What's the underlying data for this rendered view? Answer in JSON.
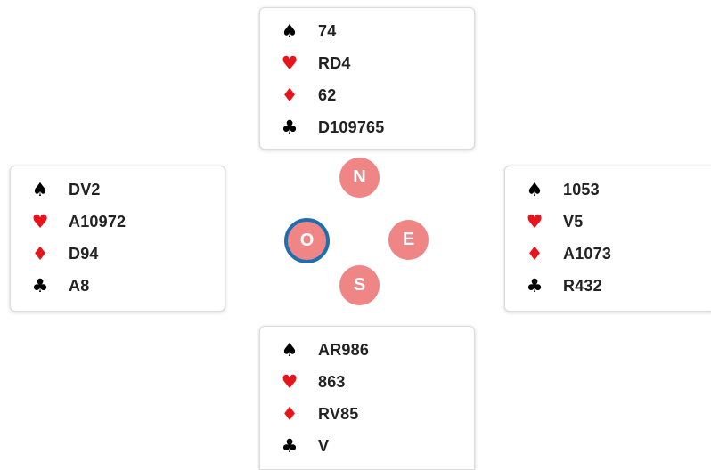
{
  "colors": {
    "black_suit": "#000000",
    "red_suit": "#e8141c",
    "compass_button": "#f08585",
    "selected_ring": "#1f6fb0"
  },
  "suit_icons": {
    "spades": "♠",
    "hearts": "♥",
    "diamonds": "♦",
    "clubs": "♣"
  },
  "compass": {
    "north": "N",
    "east": "E",
    "south": "S",
    "west": "O",
    "selected": "west"
  },
  "hands": {
    "north": {
      "spades": "74",
      "hearts": "RD4",
      "diamonds": "62",
      "clubs": "D109765"
    },
    "west": {
      "spades": "DV2",
      "hearts": "A10972",
      "diamonds": "D94",
      "clubs": "A8"
    },
    "east": {
      "spades": "1053",
      "hearts": "V5",
      "diamonds": "A1073",
      "clubs": "R432"
    },
    "south": {
      "spades": "AR986",
      "hearts": "863",
      "diamonds": "RV85",
      "clubs": "V"
    }
  }
}
